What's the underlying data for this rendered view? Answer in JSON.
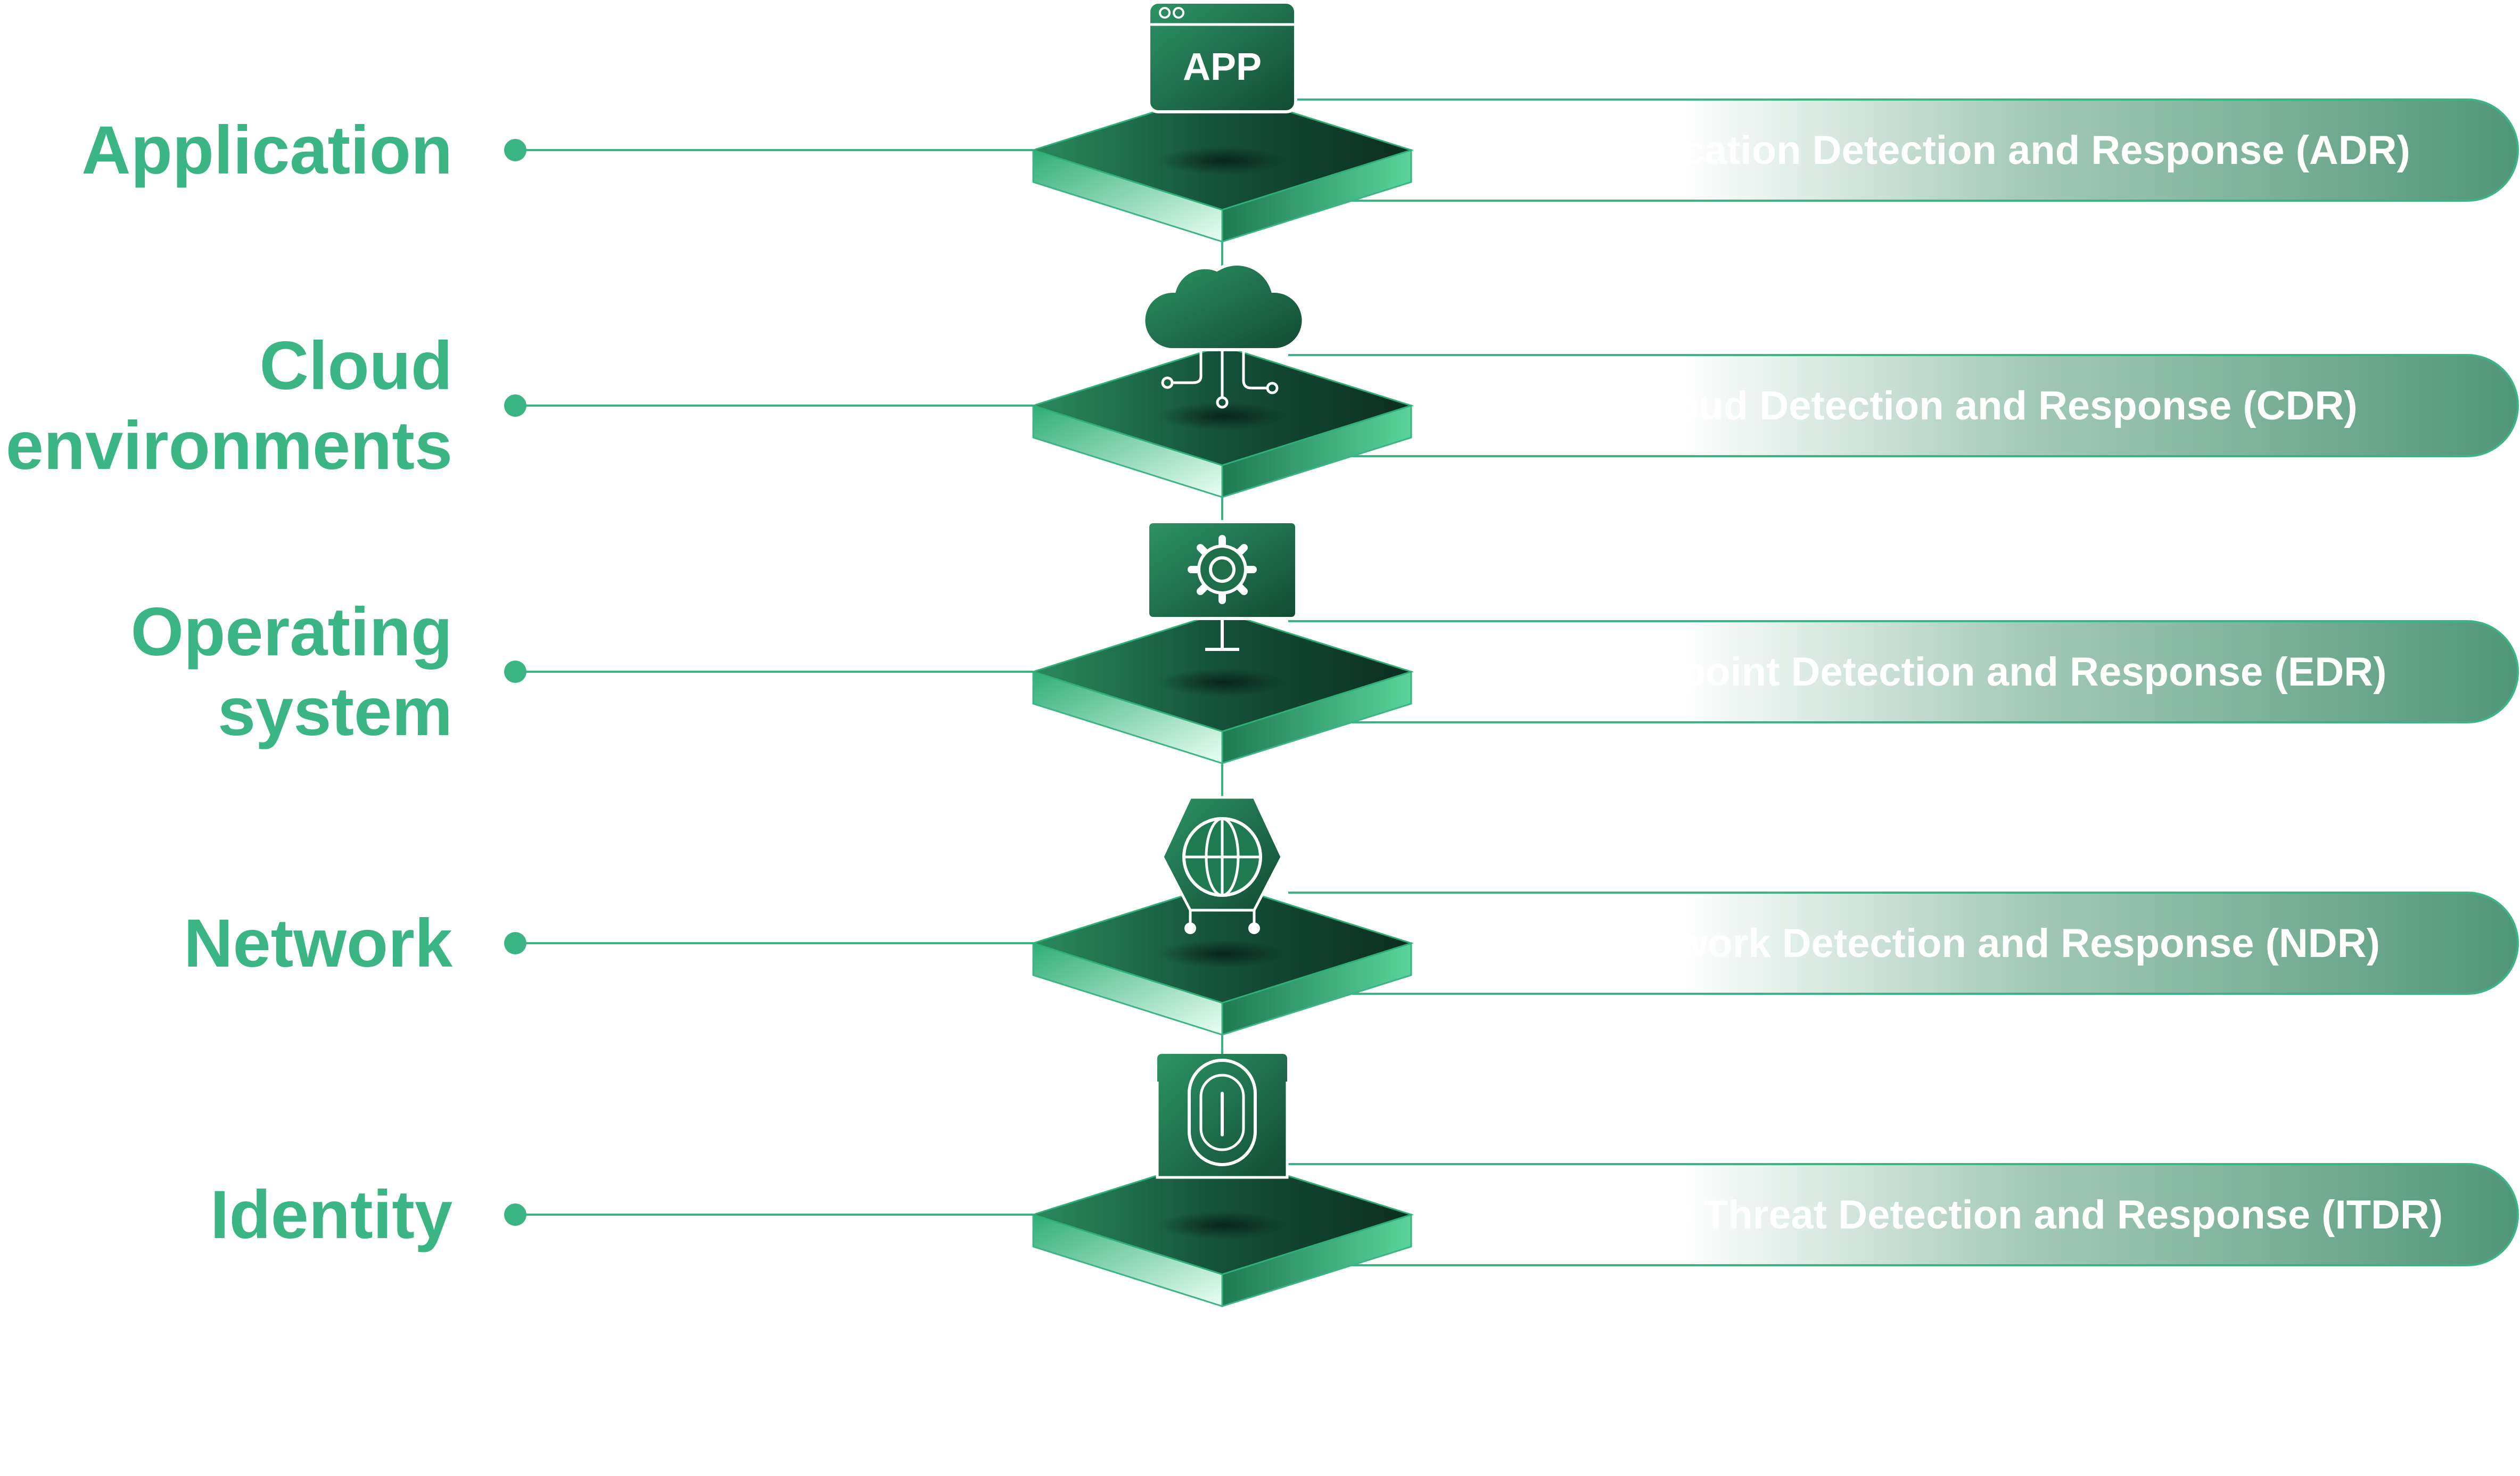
{
  "colors": {
    "accent": "#3bb583",
    "platform_dark": "#0f3a26",
    "platform_mid": "#1e7a52",
    "pill_end": "#5a9e80"
  },
  "layers": [
    {
      "label_lines": [
        "Application"
      ],
      "pill_text": "Application Detection and Response (ADR)",
      "icon": "app-window-icon",
      "icon_text": "APP"
    },
    {
      "label_lines": [
        "Cloud",
        "environments"
      ],
      "pill_text": "Cloud Detection and Response (CDR)",
      "icon": "cloud-network-icon"
    },
    {
      "label_lines": [
        "Operating",
        "system"
      ],
      "pill_text": "Endpoint Detection and Response (EDR)",
      "icon": "monitor-gear-icon"
    },
    {
      "label_lines": [
        "Network"
      ],
      "pill_text": "Network Detection and Response (NDR)",
      "icon": "network-globe-icon"
    },
    {
      "label_lines": [
        "Identity"
      ],
      "pill_text": "Identity Threat Detection and Response (ITDR)",
      "icon": "fingerprint-icon"
    }
  ]
}
